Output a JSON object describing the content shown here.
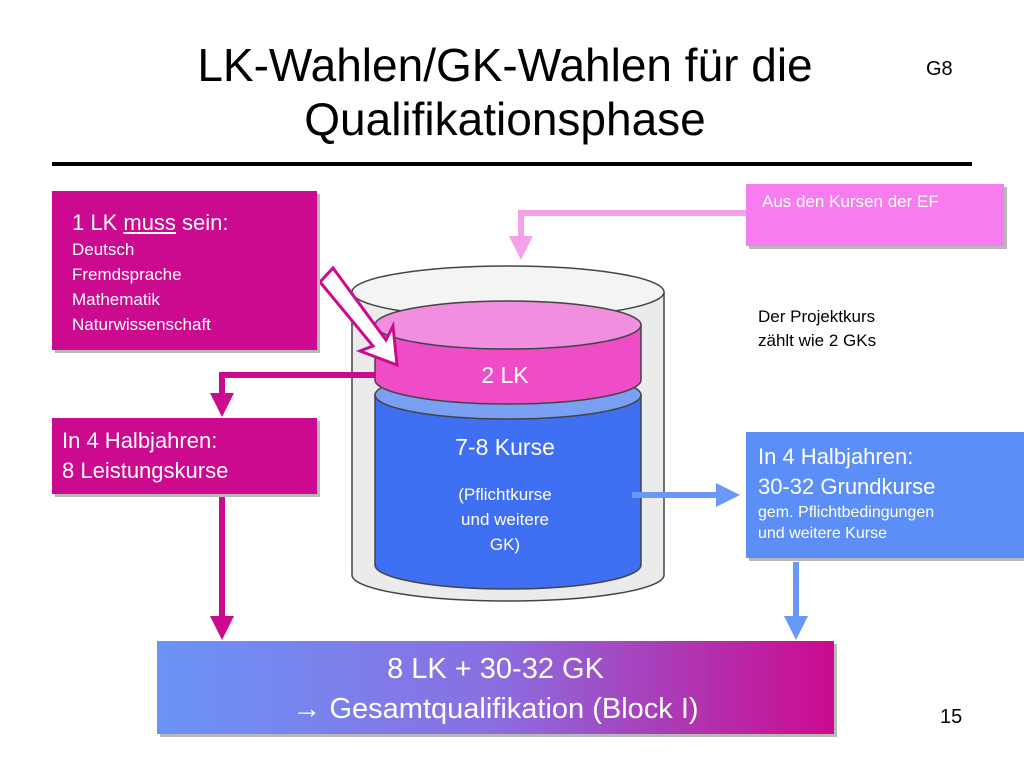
{
  "title": "LK-Wahlen/GK-Wahlen für die Qualifikationsphase",
  "badge": "G8",
  "page_number": "15",
  "lk_must": {
    "head_prefix": "1 LK ",
    "head_underlined": "muss",
    "head_suffix": " sein:",
    "items": [
      "Deutsch",
      "Fremdsprache",
      "Mathematik",
      "Naturwissenschaft"
    ]
  },
  "ef_box": "Aus den Kursen der EF",
  "projektkurs": {
    "line1": "Der Projektkurs",
    "line2": "zählt wie 2 GKs"
  },
  "lk_half": {
    "line1": "In 4 Halbjahren:",
    "line2": "8 Leistungskurse"
  },
  "gk_half": {
    "line1": "In 4 Halbjahren:",
    "line2": "30-32 Grundkurse",
    "line3": "gem. Pflichtbedingungen",
    "line4": "und weitere Kurse"
  },
  "cylinder": {
    "lk_label": "2 LK",
    "gk_title": "7-8 Kurse",
    "gk_sub1": "(Pflichtkurse",
    "gk_sub2": "und weitere",
    "gk_sub3": "GK)"
  },
  "result": {
    "line1": "8 LK  + 30-32 GK",
    "line2": "→  Gesamtqualifikation (Block I)"
  },
  "colors": {
    "magenta": "#cc0a8f",
    "light_pink": "#f77cf0",
    "blue": "#5c8ef7",
    "pink_arrow": "#f5a0ea",
    "blue_arrow": "#6a98f8"
  }
}
